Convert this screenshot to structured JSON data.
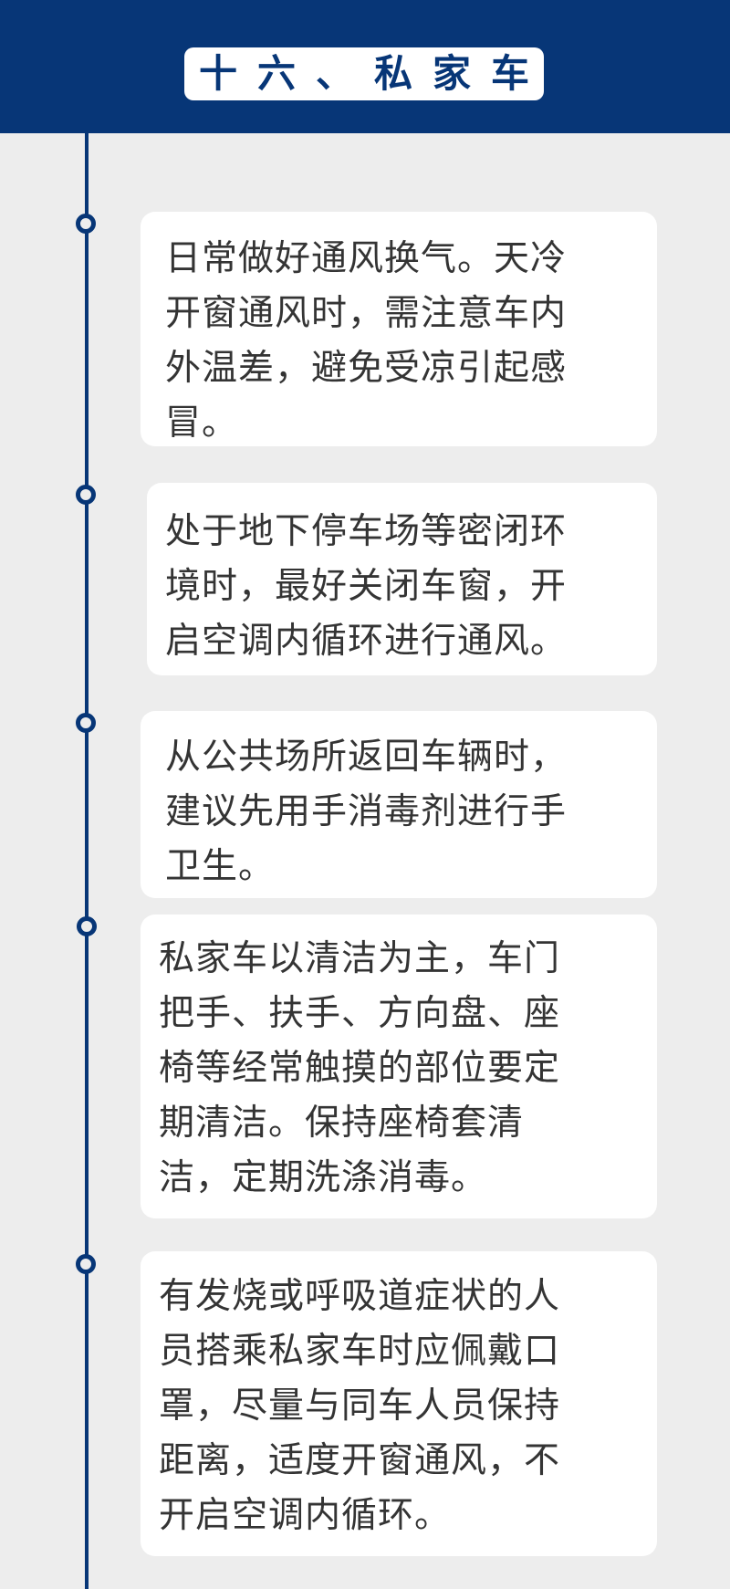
{
  "header": {
    "title": "十六、私家车"
  },
  "colors": {
    "brand_blue": "#073677",
    "background": "#ededed",
    "card": "#ffffff",
    "text": "#343434"
  },
  "timeline": {
    "line_icon": "timeline-vertical-line",
    "node_icon": "timeline-circle-node"
  },
  "items": [
    {
      "lines": [
        "日常做好通风换气。天冷",
        "开窗通风时，需注意车内",
        "外温差，避免受凉引起感",
        "冒。"
      ]
    },
    {
      "lines": [
        "处于地下停车场等密闭环",
        "境时，最好关闭车窗，开",
        "启空调内循环进行通风。"
      ]
    },
    {
      "lines": [
        "从公共场所返回车辆时，",
        "建议先用手消毒剂进行手",
        "卫生。"
      ]
    },
    {
      "lines": [
        "私家车以清洁为主，车门",
        "把手、扶手、方向盘、座",
        "椅等经常触摸的部位要定",
        "期清洁。保持座椅套清",
        "洁，定期洗涤消毒。"
      ]
    },
    {
      "lines": [
        "有发烧或呼吸道症状的人",
        "员搭乘私家车时应佩戴口",
        "罩，尽量与同车人员保持",
        "距离，适度开窗通风，不",
        "开启空调内循环。"
      ]
    }
  ]
}
